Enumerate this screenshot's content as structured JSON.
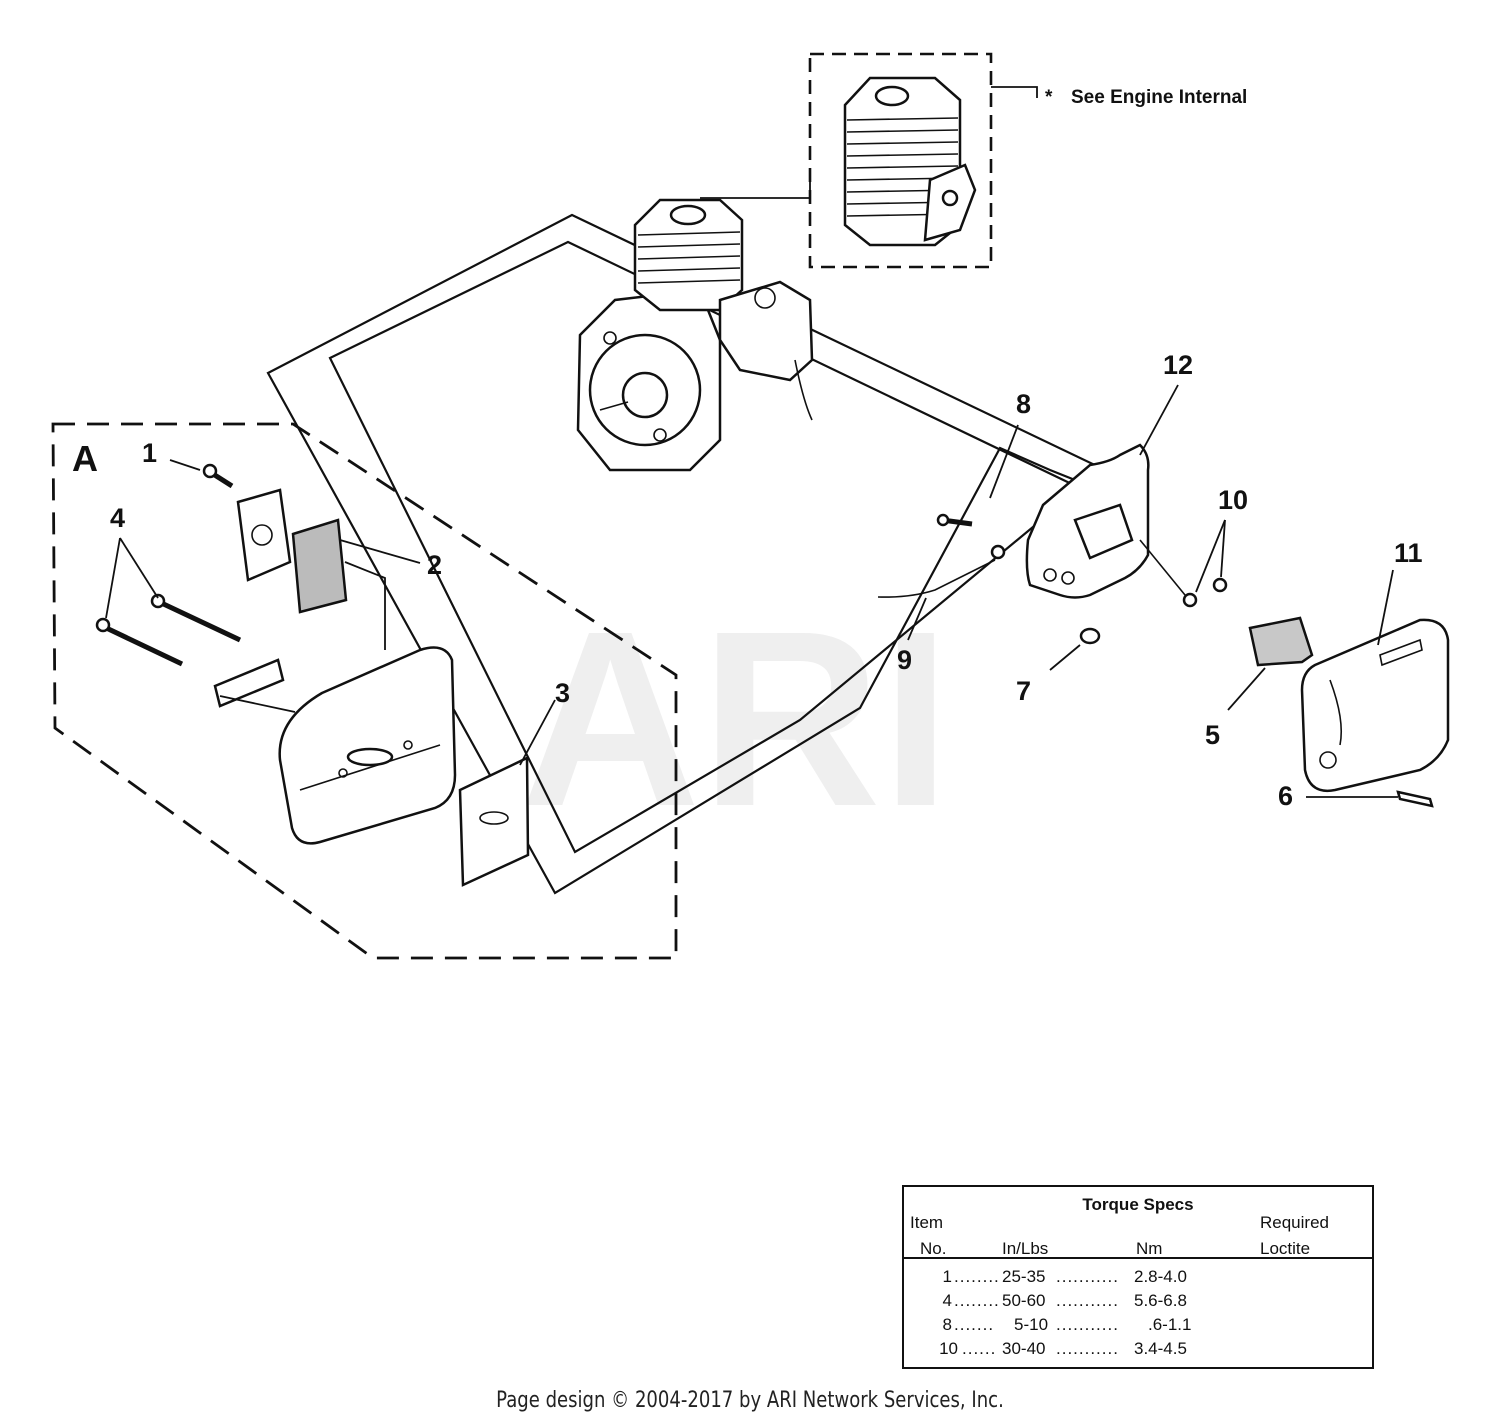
{
  "watermark": "ARI",
  "note": {
    "asterisk": "*",
    "text": "See Engine Internal"
  },
  "group_label": "A",
  "callouts": [
    "1",
    "2",
    "3",
    "4",
    "5",
    "6",
    "7",
    "8",
    "9",
    "10",
    "11",
    "12"
  ],
  "torque_specs": {
    "title": "Torque Specs",
    "headers": {
      "item_top": "Item",
      "item_bottom": "No.",
      "inlbs": "In/Lbs",
      "nm": "Nm",
      "loctite_top": "Required",
      "loctite_bottom": "Loctite"
    },
    "rows": [
      {
        "item": "1",
        "inlbs": "25-35",
        "nm": "2.8-4.0"
      },
      {
        "item": "4",
        "inlbs": "50-60",
        "nm": "5.6-6.8"
      },
      {
        "item": "8",
        "inlbs": "5-10",
        "nm": ".6-1.1"
      },
      {
        "item": "10",
        "inlbs": "30-40",
        "nm": "3.4-4.5"
      }
    ]
  },
  "footer": "Page design © 2004-2017 by ARI Network Services, Inc."
}
